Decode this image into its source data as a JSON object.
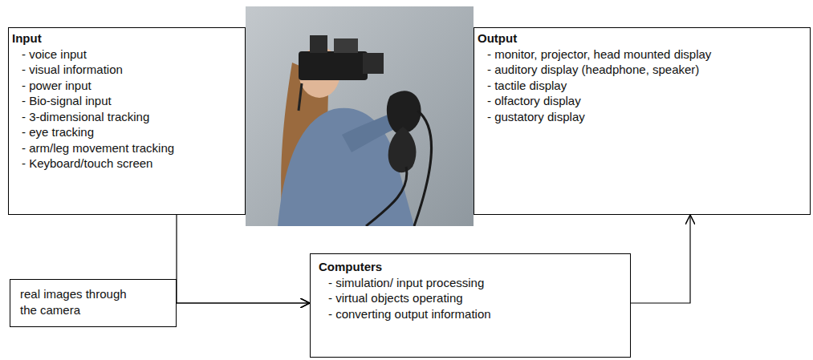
{
  "diagram": {
    "nodes": [
      {
        "text": [
          "Input",
          "- voice input",
          "- visual information",
          "- power input",
          "- Bio-signal input",
          "- 3-dimensional tracking",
          "- eye tracking",
          "- arm/leg movement tracking",
          "- Keyboard/touch screen"
        ]
      },
      {
        "text": [
          "Output",
          "- monitor, projector, head mounted display",
          "- auditory display (headphone, speaker)",
          "- tactile display",
          "- olfactory display",
          "- gustatory display"
        ]
      },
      {
        "text": [
          "real images through the camera"
        ]
      },
      {
        "text": [
          "Computers",
          "- simulation/ input processing",
          "- virtual objects operating",
          "- converting output information"
        ]
      }
    ],
    "edges": [
      {
        "from": 0,
        "to": 3,
        "arrow": "to"
      },
      {
        "from": 2,
        "to": 3,
        "arrow": "to"
      },
      {
        "from": 3,
        "to": 1,
        "arrow": "to"
      }
    ]
  }
}
